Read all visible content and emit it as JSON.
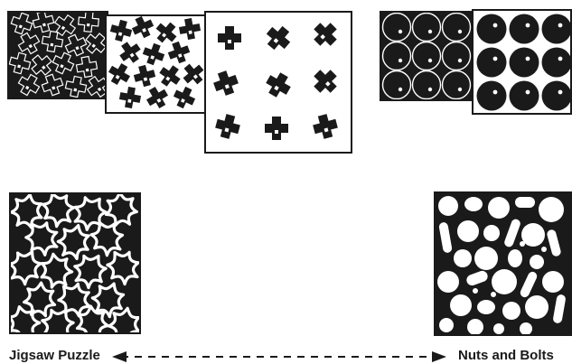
{
  "labels": {
    "left": "Jigsaw Puzzle",
    "right": "Nuts and Bolts"
  },
  "colors": {
    "ink": "#1a1a1a",
    "paper": "#ffffff"
  },
  "figures": {
    "top_left_group": "cross-shaped pieces, increasingly packed",
    "top_right_group": "disc-shaped pieces with holes",
    "bottom_left": "interlocking jigsaw pattern",
    "bottom_right": "assorted round and oblong pieces"
  }
}
